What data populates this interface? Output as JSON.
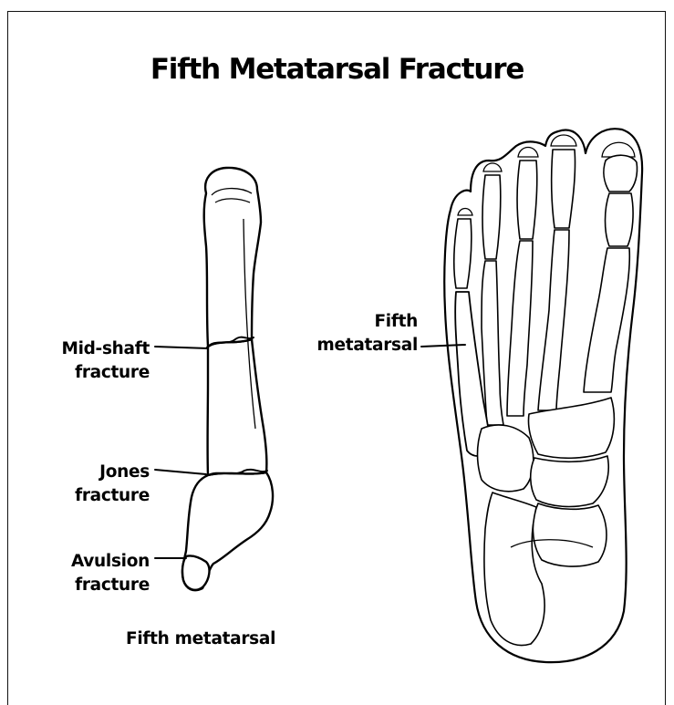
{
  "title": "Fifth Metatarsal Fracture",
  "labels": {
    "mid_shaft": [
      "Mid-shaft",
      "fracture"
    ],
    "jones": [
      "Jones",
      "fracture"
    ],
    "avulsion": [
      "Avulsion",
      "fracture"
    ],
    "bone_caption": "Fifth metatarsal",
    "foot_label": [
      "Fifth",
      "metatarsal"
    ]
  },
  "colors": {
    "ink": "#000000",
    "paper": "#ffffff"
  }
}
